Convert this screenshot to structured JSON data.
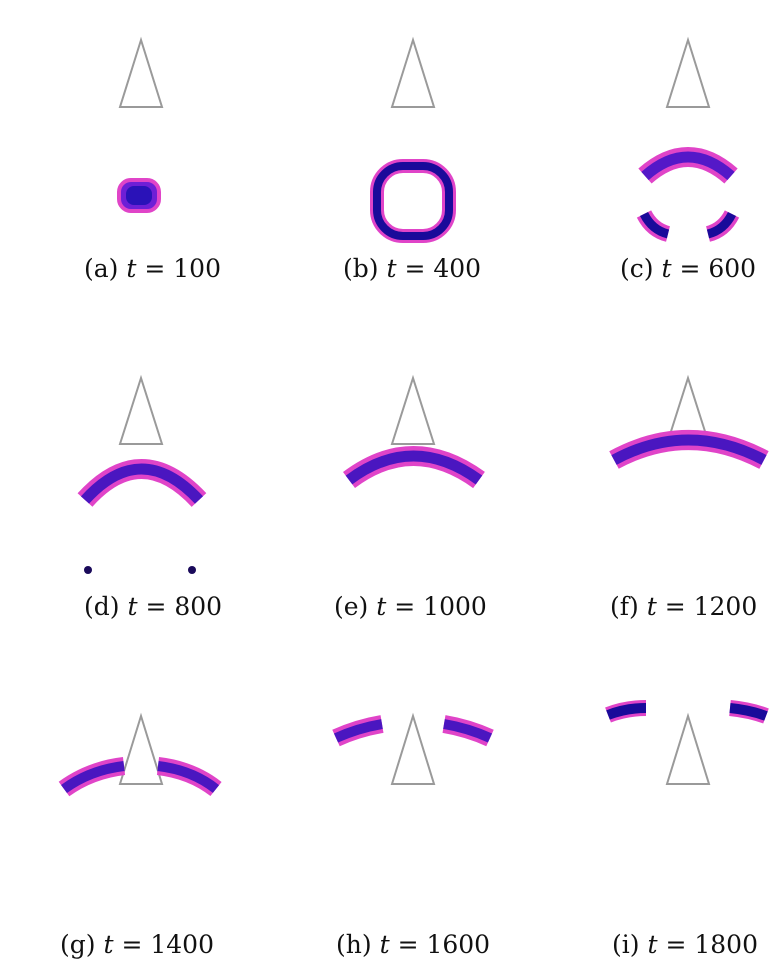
{
  "panels": [
    {
      "label": "(a)",
      "var": "t",
      "op": "=",
      "value": "100"
    },
    {
      "label": "(b)",
      "var": "t",
      "op": "=",
      "value": "400"
    },
    {
      "label": "(c)",
      "var": "t",
      "op": "=",
      "value": "600"
    },
    {
      "label": "(d)",
      "var": "t",
      "op": "=",
      "value": "800"
    },
    {
      "label": "(e)",
      "var": "t",
      "op": "=",
      "value": "1000"
    },
    {
      "label": "(f)",
      "var": "t",
      "op": "=",
      "value": "1200"
    },
    {
      "label": "(g)",
      "var": "t",
      "op": "=",
      "value": "1400"
    },
    {
      "label": "(h)",
      "var": "t",
      "op": "=",
      "value": "1600"
    },
    {
      "label": "(i)",
      "var": "t",
      "op": "=",
      "value": "1800"
    }
  ],
  "colors": {
    "blob_outer": "#ff3cc8",
    "blob_mid": "#7a22e0",
    "blob_core": "#1a0a9a",
    "obstacle_stroke": "#9a9a9a"
  }
}
